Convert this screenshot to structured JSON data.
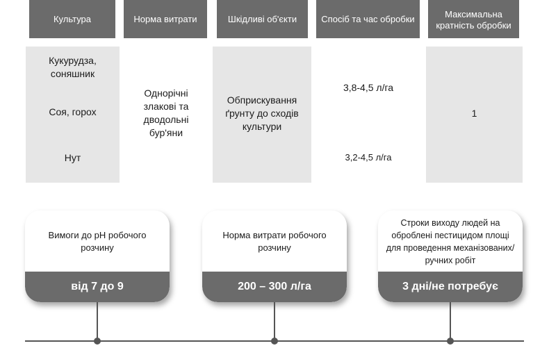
{
  "table": {
    "headers": [
      "Культура",
      "Норма витрати",
      "Шкідливі об'єкти",
      "Спосіб та час обробки",
      "Максимальна кратність обробки"
    ],
    "crops": [
      "Кукурудза, соняшник",
      "Соя, горох",
      "Нут"
    ],
    "weeds": "Однорічні злакові та дводольні бур'яни",
    "method": "Обприскування ґрунту до сходів культури",
    "rates": [
      "3,8-4,5 л/га",
      "3,2-4,5 л/га"
    ],
    "max_treatments": "1"
  },
  "cards": [
    {
      "label": "Вимоги до pH робочого розчину",
      "value": "від 7 до 9"
    },
    {
      "label": "Норма витрати робочого розчину",
      "value": "200 – 300 л/га"
    },
    {
      "label": "Строки виходу людей на оброблені пестицидом площі для проведення механізованих/ручних робіт",
      "value": "3 дні/не потребує"
    }
  ]
}
